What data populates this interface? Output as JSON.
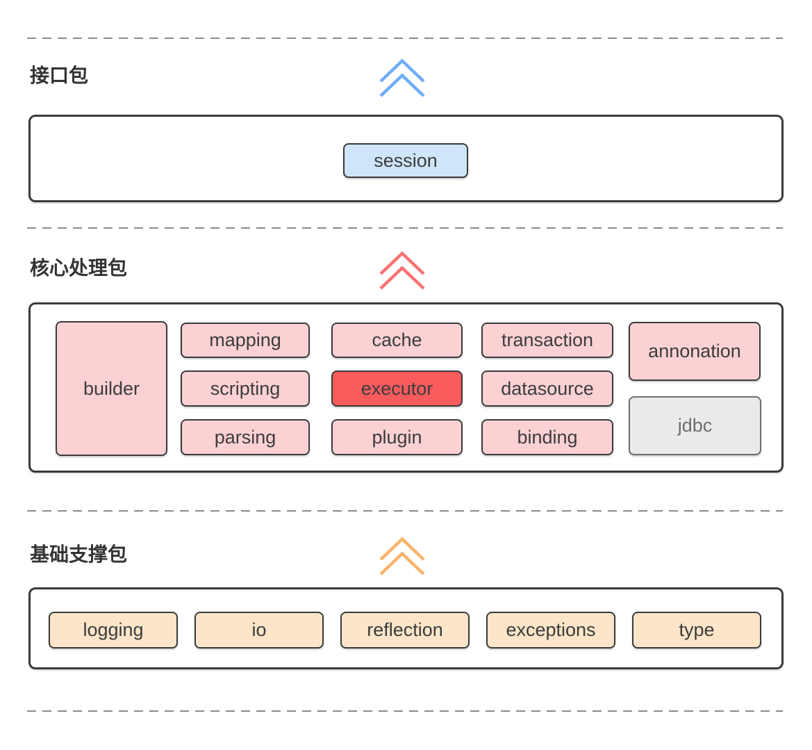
{
  "palette": {
    "background": "#FFFFFF",
    "border_dark": "#3A3A3A",
    "text_dark": "#333333",
    "divider_gray": "#8A8A8A",
    "interface_box_fill": "#CEE5FA",
    "interface_chevron": "#6FACF8",
    "core_box_fill": "#FBD1D4",
    "core_highlight_fill": "#FA5B5D",
    "core_chevron": "#FC7173",
    "foundation_box_fill": "#FCE5C8",
    "foundation_chevron": "#F9B369",
    "jdbc_box_fill": "#EAEAEA",
    "jdbc_border": "#6E6E6E",
    "jdbc_text": "#6E6E6E"
  },
  "sections": {
    "interface": {
      "label": "接口包",
      "packages": {
        "session": "session"
      }
    },
    "core": {
      "label": "核心处理包",
      "packages": {
        "builder": "builder",
        "mapping": "mapping",
        "scripting": "scripting",
        "parsing": "parsing",
        "cache": "cache",
        "executor": "executor",
        "plugin": "plugin",
        "transaction": "transaction",
        "datasource": "datasource",
        "binding": "binding",
        "annonation": "annonation",
        "jdbc": "jdbc"
      }
    },
    "foundation": {
      "label": "基础支撑包",
      "packages": {
        "logging": "logging",
        "io": "io",
        "reflection": "reflection",
        "exceptions": "exceptions",
        "type": "type"
      }
    }
  }
}
